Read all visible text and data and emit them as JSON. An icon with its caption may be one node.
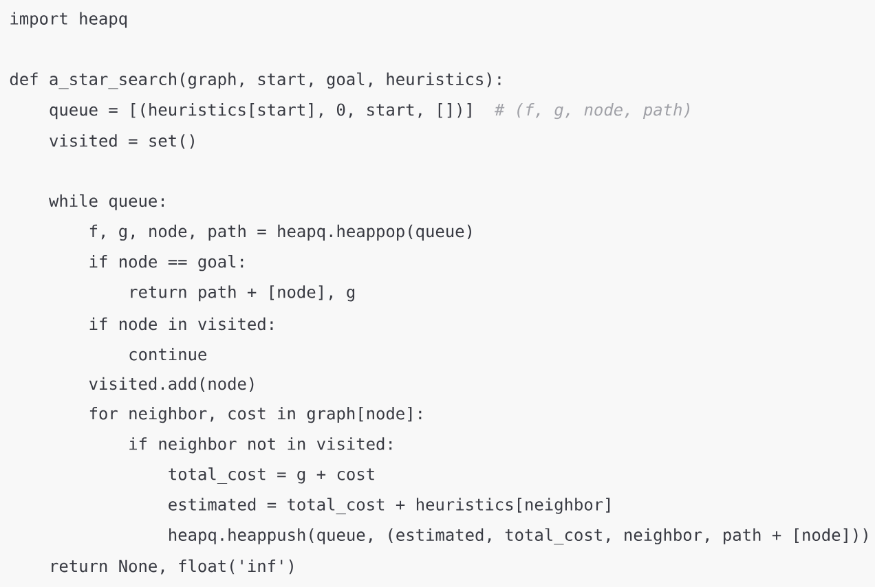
{
  "diagram": {
    "labels": [
      "import heapq",
      "def a_star_search(graph, start, goal, heuristics):",
      "queue = [(heuristics[start], 0, start, [])]",
      "# (f, g, node, path)",
      "visited = set()",
      "while queue:",
      "f, g, node, path = heapq.heappop(queue)",
      "if node == goal:",
      "return path + [node], g",
      "if node in visited:",
      "continue",
      "visited.add(node)",
      "for neighbor, cost in graph[node]:",
      "if neighbor not in visited:",
      "total_cost = g + cost",
      "estimated = total_cost + heuristics[neighbor]",
      "heapq.heappush(queue, (estimated, total_cost, neighbor, path + [node]))",
      "return None, float('inf')"
    ]
  }
}
